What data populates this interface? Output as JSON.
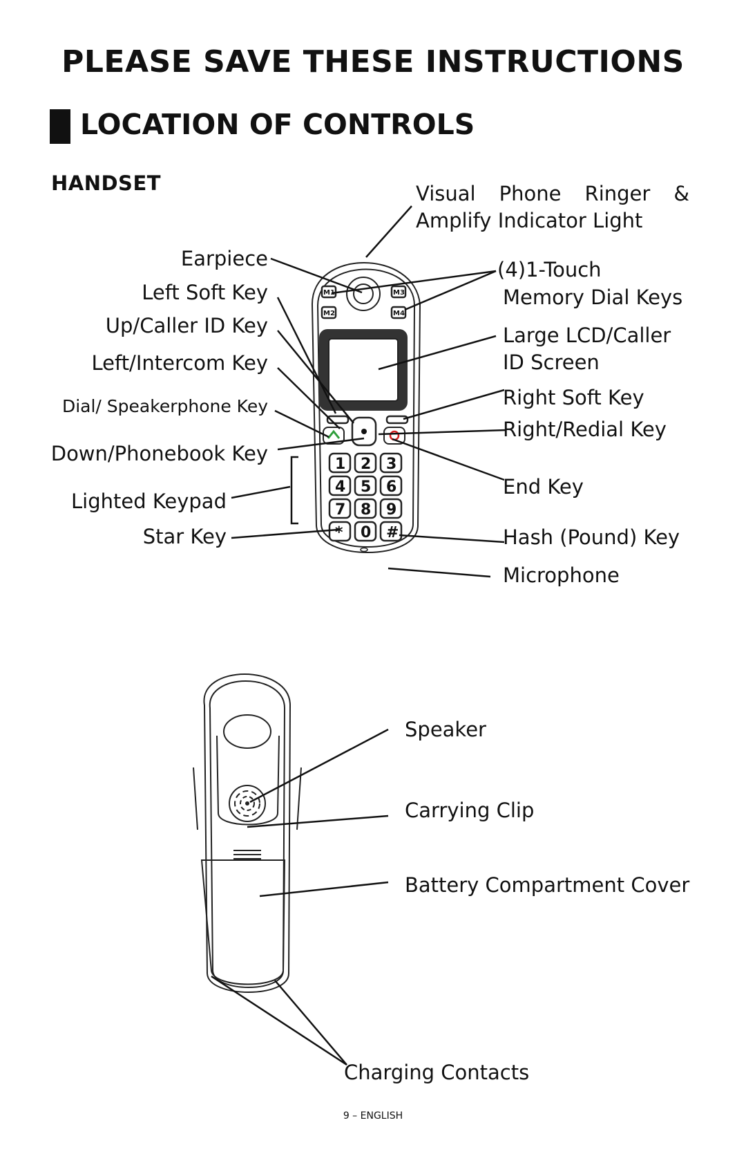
{
  "page": {
    "main_title": "PLEASE SAVE THESE INSTRUCTIONS",
    "section_title": "LOCATION OF CONTROLS",
    "subsection_title": "HANDSET",
    "footer": "9 – ENGLISH"
  },
  "front_labels": {
    "visual_ringer_words": [
      "Visual",
      "Phone",
      "Ringer",
      "&"
    ],
    "visual_ringer_line2": "Amplify Indicator Light",
    "earpiece": "Earpiece",
    "left_soft_key": "Left Soft Key",
    "up_caller_id_key": "Up/Caller ID Key",
    "left_intercom_key": "Left/Intercom Key",
    "dial_speakerphone_key": "Dial/ Speakerphone Key",
    "down_phonebook_key": "Down/Phonebook Key",
    "lighted_keypad": "Lighted Keypad",
    "star_key": "Star Key",
    "memory_keys_line1": "(4)1-Touch",
    "memory_keys_line2": "Memory Dial Keys",
    "lcd_line1": "Large LCD/Caller",
    "lcd_line2": "ID Screen",
    "right_soft_key": "Right Soft Key",
    "right_redial_key": "Right/Redial Key",
    "end_key": "End Key",
    "hash_key": "Hash (Pound) Key",
    "microphone": "Microphone"
  },
  "back_labels": {
    "speaker": "Speaker",
    "carrying_clip": "Carrying Clip",
    "battery_cover": "Battery Compartment Cover",
    "charging_contacts": "Charging Contacts"
  },
  "handset_keys": {
    "memory": [
      "M1",
      "M2",
      "M3",
      "M4"
    ],
    "digits": [
      "1",
      "2",
      "3",
      "4",
      "5",
      "6",
      "7",
      "8",
      "9",
      "*",
      "0",
      "#"
    ]
  }
}
